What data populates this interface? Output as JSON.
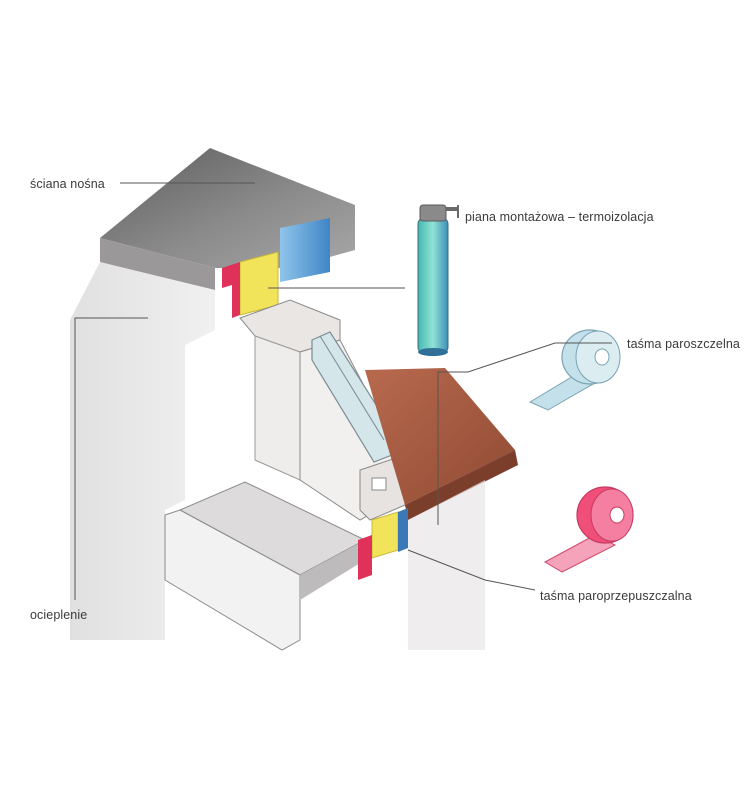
{
  "labels": {
    "load_bearing_wall": "ściana nośna",
    "mounting_foam": "piana montażowa – termoizolacja",
    "vapor_tight_tape": "taśma paroszczelna",
    "vapor_permeable_tape": "taśma paroprzepuszczalna",
    "insulation": "ocieplenie"
  },
  "colors": {
    "wall_dark": "#6e6e6e",
    "wall_light": "#d9d7d7",
    "insulation_blue": "#5a9fd6",
    "foam_yellow": "#f2e45a",
    "tape_red": "#e0315a",
    "sill_brown": "#a2583e",
    "window_frame": "#e9e6e4",
    "glass_blue": "#d4e6ea",
    "foam_can_teal": "#6fd6c5",
    "tape_light_blue": "#c4e0ea",
    "tape_pink": "#f04f7a",
    "leader_line": "#555555"
  },
  "icons": [
    "mounting-foam-can-icon",
    "vapor-tight-tape-roll-icon",
    "vapor-permeable-tape-roll-icon"
  ]
}
